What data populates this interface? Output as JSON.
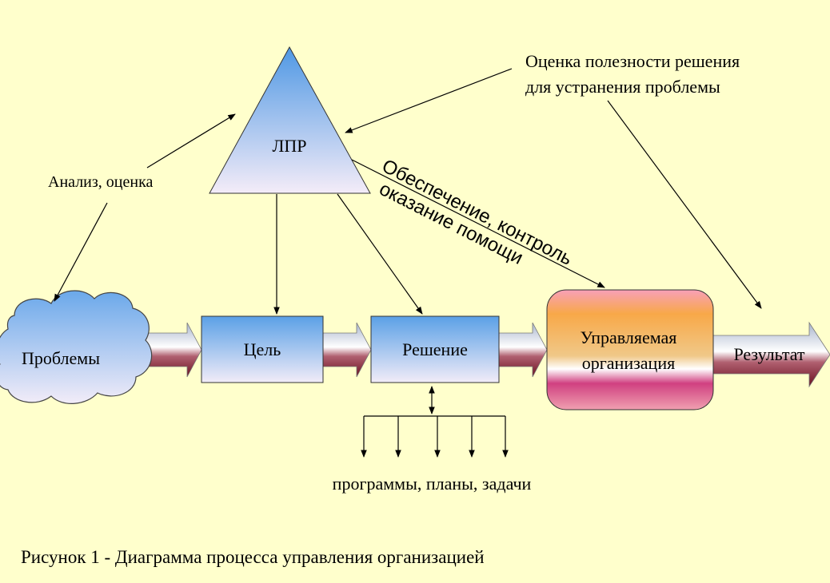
{
  "nodes": {
    "lpr": "ЛПР",
    "problems": "Проблемы",
    "goal": "Цель",
    "decision": "Решение",
    "org_line1": "Управляемая",
    "org_line2": "организация",
    "result": "Результат"
  },
  "labels": {
    "analysis": "Анализ, оценка",
    "usefulness_line1": "Оценка полезности решения",
    "usefulness_line2": "для устранения проблемы",
    "support_line1": "Обеспечение, контроль",
    "support_line2": "оказание помощи",
    "outputs": "программы, планы, задачи"
  },
  "caption": "Рисунок 1 - Диаграмма процесса управления организацией",
  "colors": {
    "background": "#ffffcc",
    "box_blue": "#5aa0e6",
    "box_light": "#f2ecf8",
    "org_top": "#f8a8b8",
    "org_mid": "#f8b040",
    "org_bottom": "#c8206a",
    "arrow_dark": "#7a1a28"
  }
}
